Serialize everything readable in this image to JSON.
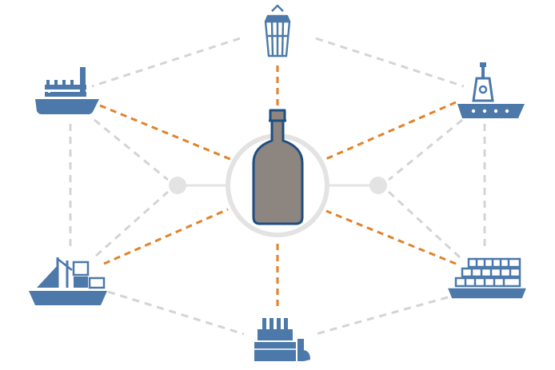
{
  "diagram": {
    "center": {
      "icon": "bottle-icon",
      "fill": "#8c8580",
      "outline": "#1f4e80"
    },
    "colors": {
      "icon_blue": "#4c79aa",
      "icon_dark": "#2f5a8a",
      "orange_dash": "#e0832b",
      "gray_dash": "#d4d4d4",
      "ring": "#e3e3e3"
    },
    "nodes": [
      {
        "id": "top",
        "icon": "lantern-icon"
      },
      {
        "id": "upper-left",
        "icon": "steamship-icon"
      },
      {
        "id": "upper-right",
        "icon": "crane-ship-icon"
      },
      {
        "id": "lower-left",
        "icon": "sailing-cargo-ship-icon"
      },
      {
        "id": "lower-right",
        "icon": "container-ship-icon"
      },
      {
        "id": "bottom",
        "icon": "factory-icon"
      }
    ],
    "side_hubs": [
      "left-hub",
      "right-hub"
    ]
  }
}
